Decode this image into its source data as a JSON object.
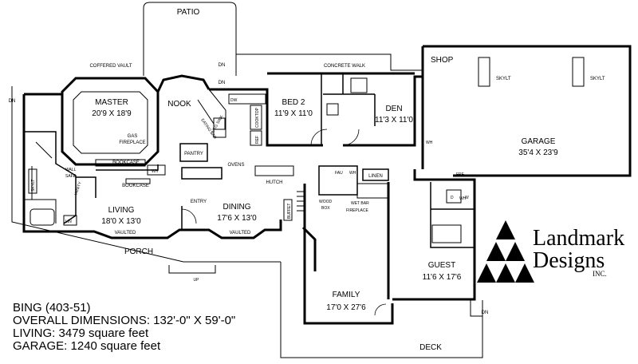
{
  "rooms": {
    "patio": "PATIO",
    "coffered_vault": "COFFERED VAULT",
    "master": "MASTER",
    "master_dim": "20'9 X 18'9",
    "gas_fireplace_1": "GAS",
    "gas_fireplace_2": "FIREPLACE",
    "bookcase_a": "BOOKCASE",
    "bookcase_b": "BOOKCASE",
    "nook": "NOOK",
    "dn_patio": "DN",
    "dn_nook": "DN",
    "dn_left": "DN",
    "dn_deck": "DN",
    "concrete_walk": "CONCRETE WALK",
    "bed2": "BED 2",
    "bed2_dim": "11'9 X 11'0",
    "den": "DEN",
    "den_dim": "11'3 X 11'0",
    "shop": "SHOP",
    "skylt_1": "SKYLT",
    "skylt_2": "SKYLT",
    "garage": "GARAGE",
    "garage_dim": "35'4 X 23'9",
    "dw": "DW",
    "eating_bar": "EATING BAR",
    "veg_sink": "VEG SINK",
    "cooktop": "COOKTOP",
    "ref": "REF",
    "pantry": "PANTRY",
    "ovens": "OVENS",
    "wh_1": "WH",
    "wh_2": "WH",
    "wh_3": "WH",
    "wh_4": "WH",
    "wall_safe_1": "WALL",
    "wall_safe_2": "SAFE",
    "skylt_bath": "SKYLT",
    "vanity": "VANITY",
    "lin_1": "LIN",
    "living": "LIVING",
    "living_dim": "18'0 X 13'0",
    "vaulted_1": "VAULTED",
    "entry": "ENTRY",
    "dining": "DINING",
    "dining_dim": "17'6 X 13'0",
    "vaulted_2": "VAULTED",
    "hutch": "HUTCH",
    "buffet": "BUFFET",
    "fau": "FAU",
    "linen": "LINEN",
    "wood_box_1": "WOOD",
    "wood_box_2": "BOX",
    "wet_bar": "WET BAR",
    "fireplace": "FIREPLACE",
    "fre": "FRE",
    "d": "D",
    "w": "W",
    "porch": "PORCH",
    "up": "UP",
    "family": "FAMILY",
    "family_dim": "17'0 X 27'6",
    "guest": "GUEST",
    "guest_dim": "11'6 X 17'6",
    "deck": "DECK"
  },
  "info": {
    "line1": "BING (403-51)",
    "line2": "OVERALL DIMENSIONS: 132'-0\" X 59'-0\"",
    "line3": "LIVING: 3479 square feet",
    "line4": "GARAGE: 1240 square feet"
  },
  "logo": {
    "line1": "Landmark",
    "line2": "Designs",
    "inc": "INC."
  }
}
